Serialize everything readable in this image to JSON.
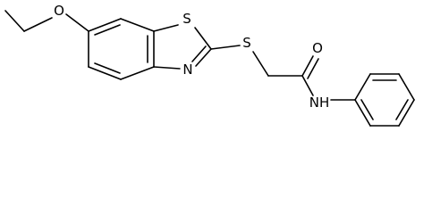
{
  "molecule": {
    "atoms": {
      "ether_oxygen": "O",
      "ring_sulfur": "S",
      "ring_nitrogen": "N",
      "thioether_sulfur": "S",
      "carbonyl_oxygen": "O",
      "amide_nitrogen": "NH"
    }
  }
}
